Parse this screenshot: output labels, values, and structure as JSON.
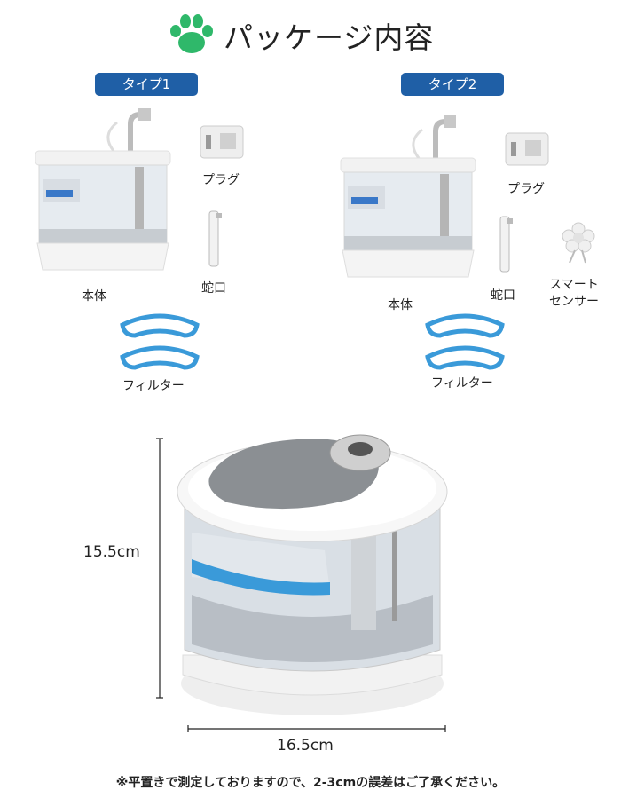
{
  "header": {
    "title": "パッケージ内容",
    "icon": "paw-icon"
  },
  "type1": {
    "label": "タイプ1",
    "items": {
      "body": "本体",
      "plug": "プラグ",
      "spout": "蛇口",
      "filter": "フィルター"
    }
  },
  "type2": {
    "label": "タイプ2",
    "items": {
      "body": "本体",
      "plug": "プラグ",
      "spout": "蛇口",
      "filter": "フィルター",
      "sensor_line1": "スマート",
      "sensor_line2": "センサー"
    }
  },
  "dimensions": {
    "height": "15.5cm",
    "width": "16.5cm"
  },
  "footnote": "※平置きで測定しておりますので、2-3cmの誤差はご了承ください。",
  "colors": {
    "accent": "#1f5fa6",
    "paw": "#2fb86a",
    "filter_blue": "#3a9ad9"
  }
}
